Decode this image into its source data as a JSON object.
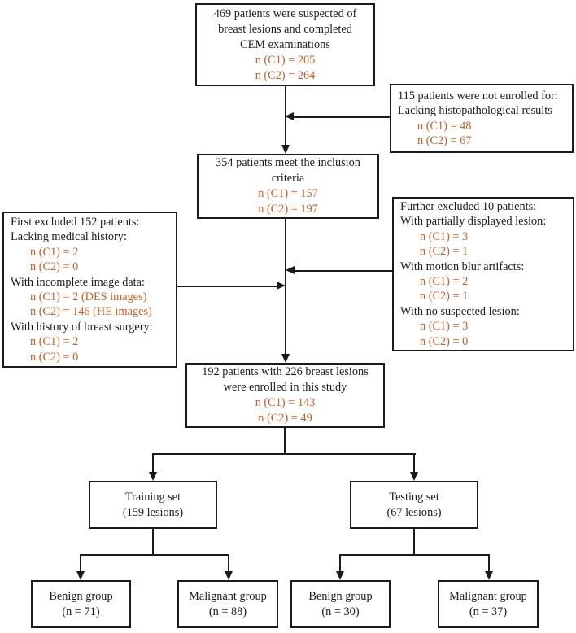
{
  "colors": {
    "accent_orange": "#c2602a",
    "line_black": "#1b1b1b",
    "background": "#ffffff"
  },
  "flow": {
    "suspected": [
      "469 patients were suspected of",
      "breast lesions and completed",
      "CEM examinations",
      "n (C1) = 205",
      "n (C2) = 264"
    ],
    "not_enrolled": [
      "115 patients were not enrolled for:",
      "Lacking histopathological results",
      "n (C1) = 48",
      "n (C2) = 67"
    ],
    "inclusion": [
      "354 patients meet the inclusion",
      "criteria",
      "n (C1) = 157",
      "n (C2) = 197"
    ],
    "first_excluded": [
      "First excluded 152 patients:",
      "Lacking medical history:",
      "n (C1) = 2",
      "n (C2) = 0",
      "With incomplete image data:",
      "n (C1) = 2 (DES images)",
      "n (C2) = 146 (HE images)",
      "With history of breast surgery:",
      "n (C1) = 2",
      "n (C2) = 0"
    ],
    "further_excluded": [
      "Further excluded 10 patients:",
      "With partially displayed lesion:",
      "n (C1) = 3",
      "n (C2) = 1",
      "With motion blur artifacts:",
      "n (C1) = 2",
      "n (C2) = 1",
      "With no suspected lesion:",
      "n (C1) = 3",
      "n (C2) = 0"
    ],
    "enrolled": [
      "192 patients with 226 breast lesions",
      "were enrolled in this study",
      "n (C1) = 143",
      "n (C2) = 49"
    ],
    "training": [
      "Training set",
      "(159 lesions)"
    ],
    "testing": [
      "Testing set",
      "(67 lesions)"
    ],
    "train_benign": [
      "Benign group",
      "(n = 71)"
    ],
    "train_malignant": [
      "Malignant group",
      "(n = 88)"
    ],
    "test_benign": [
      "Benign group",
      "(n = 30)"
    ],
    "test_malignant": [
      "Malignant group",
      "(n = 37)"
    ]
  }
}
